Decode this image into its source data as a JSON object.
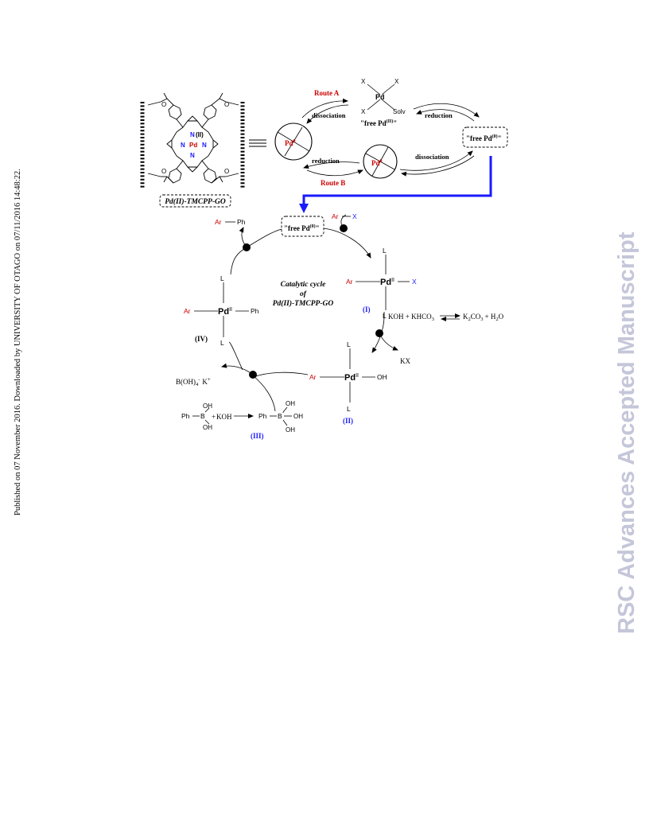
{
  "side_note": "Published on 07 November 2016. Downloaded by UNIVERSITY OF OTAGO on 07/11/2016 14:48:22.",
  "watermark": "RSC Advances Accepted Manuscript",
  "colors": {
    "red": "#cc0000",
    "blue": "#1a1aff",
    "watermark": "#c4c6d9"
  },
  "scheme": {
    "catalyst_label": "Pd(II)-TMCPP-GO",
    "porphyrin": {
      "metal": "Pd",
      "n": "N",
      "ox": "(II)",
      "o": "O"
    },
    "pd0": "Pd",
    "pd0_sup": "0",
    "route_a": "Route A",
    "route_b": "Route B",
    "dissociation": "dissociation",
    "reduction": "reduction",
    "free_pd2_pre": "\"free Pd",
    "free_pd2_sup": "(II)",
    "free_pd2_post": "\"",
    "free_pd0_pre": "\"free Pd",
    "free_pd0_sup": "(0)",
    "free_pd0_post": "\"",
    "pd_complex": {
      "x": "X",
      "pd": "Pd",
      "solv": "Solv"
    }
  },
  "cycle": {
    "title_line1": "Catalytic cycle",
    "title_line2": "of",
    "title_line3": "Pd(II)-TMCPP-GO",
    "ar": "Ar",
    "ph": "Ph",
    "x": "X",
    "l": "L",
    "pd": "Pd",
    "pd_sup": "II",
    "oh": "OH",
    "b": "B",
    "b_minus": "-",
    "label_i": "(I)",
    "label_ii": "(II)",
    "label_iii": "(III)",
    "label_iv": "(IV)",
    "koh_khco3": "KOH + KHCO",
    "khco3_sub": "3",
    "k2co3": "K",
    "k2co3_sub1": "2",
    "k2co3_co": "CO",
    "k2co3_sub2": "3",
    "plus_h2o": "+ H",
    "h2o_sub": "2",
    "h2o_o": "O",
    "kx": "KX",
    "boh4": "B(OH)",
    "boh4_sub": "4",
    "boh4_minus": "-",
    "k_plus": "K",
    "plus_sign": "+",
    "koh": "KOH",
    "plus": "+"
  }
}
